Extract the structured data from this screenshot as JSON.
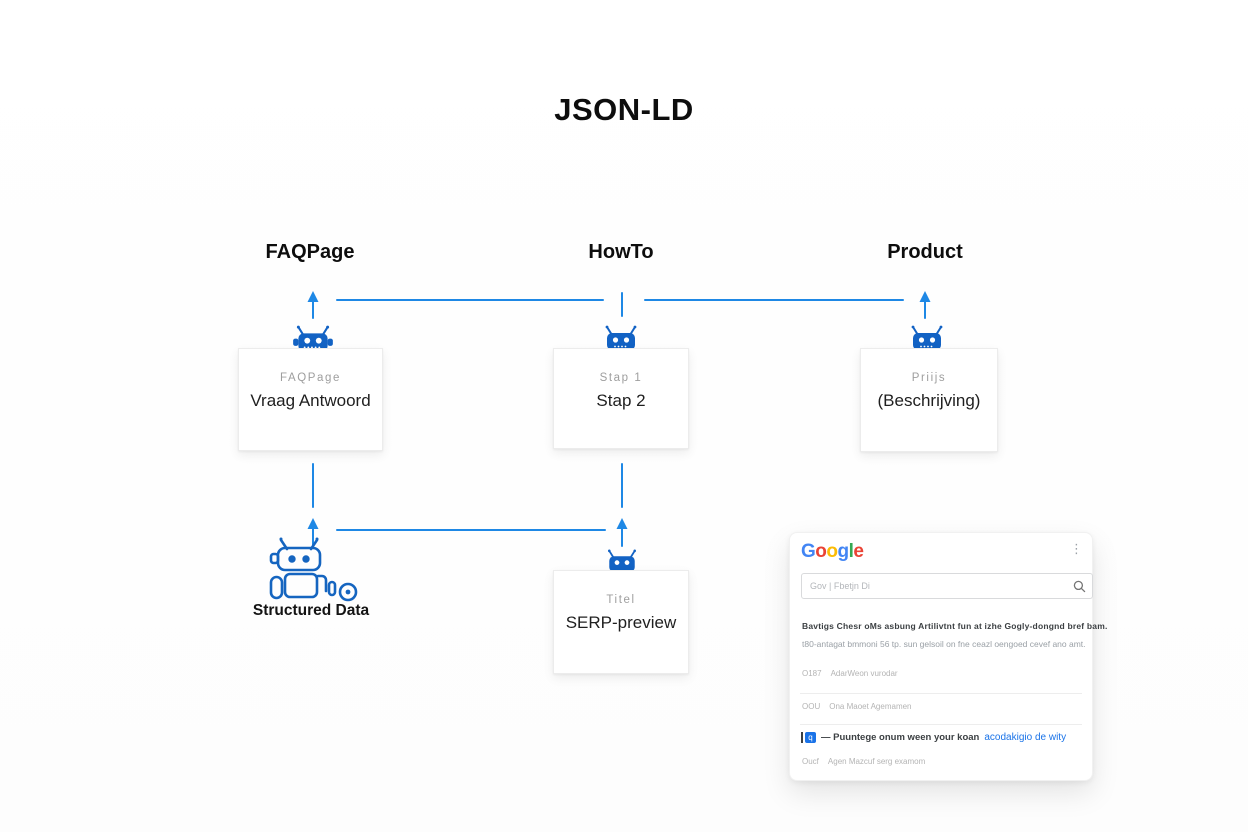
{
  "title": "JSON-LD",
  "diagram": {
    "columns": [
      {
        "header": "FAQPage",
        "box_label": "FAQPage",
        "box_text": "Vraag Antwoord"
      },
      {
        "header": "HowTo",
        "box_label": "Stap 1",
        "box_text": "Stap 2"
      },
      {
        "header": "Product",
        "box_label": "Priijs",
        "box_text": "(Beschrijving)"
      }
    ],
    "serp_box": {
      "label": "Titel",
      "text": "SERP-preview"
    },
    "structured_data_label": "Structured Data"
  },
  "serp_card": {
    "logo_letters": [
      {
        "ch": "G",
        "color": "#4285F4"
      },
      {
        "ch": "o",
        "color": "#EA4335"
      },
      {
        "ch": "o",
        "color": "#FBBC05"
      },
      {
        "ch": "g",
        "color": "#4285F4"
      },
      {
        "ch": "l",
        "color": "#34A853"
      },
      {
        "ch": "e",
        "color": "#EA4335"
      }
    ],
    "menu_icon": "⋮",
    "search": {
      "placeholder": "Gov | Fbetjn Di"
    },
    "snippet": {
      "line1": "Bavtigs Chesr oMs asbung Artilivtnt fun at izhe Gogly-dongnd bref bam.",
      "line2": "t80-antagat bmmoni 56 tp. sun gelsoil on fne ceazl oengoed cevef ano amt."
    },
    "faq_rows": [
      {
        "prefix": "O187",
        "text": "AdarWeon vurodar"
      },
      {
        "prefix": "OOU",
        "text": "Ona Maoet Agemamen"
      }
    ],
    "question_row": {
      "icon_letter": "q",
      "text": "— Puuntege onum ween your koan",
      "link": "acodakigio de wity"
    },
    "footer_row": {
      "prefix": "Oucf",
      "text": "Agen Mazcuf serg examom"
    }
  },
  "colors": {
    "connector_blue": "#1E88E5",
    "robot_blue": "#1262C4",
    "link_blue": "#1A73E8"
  }
}
